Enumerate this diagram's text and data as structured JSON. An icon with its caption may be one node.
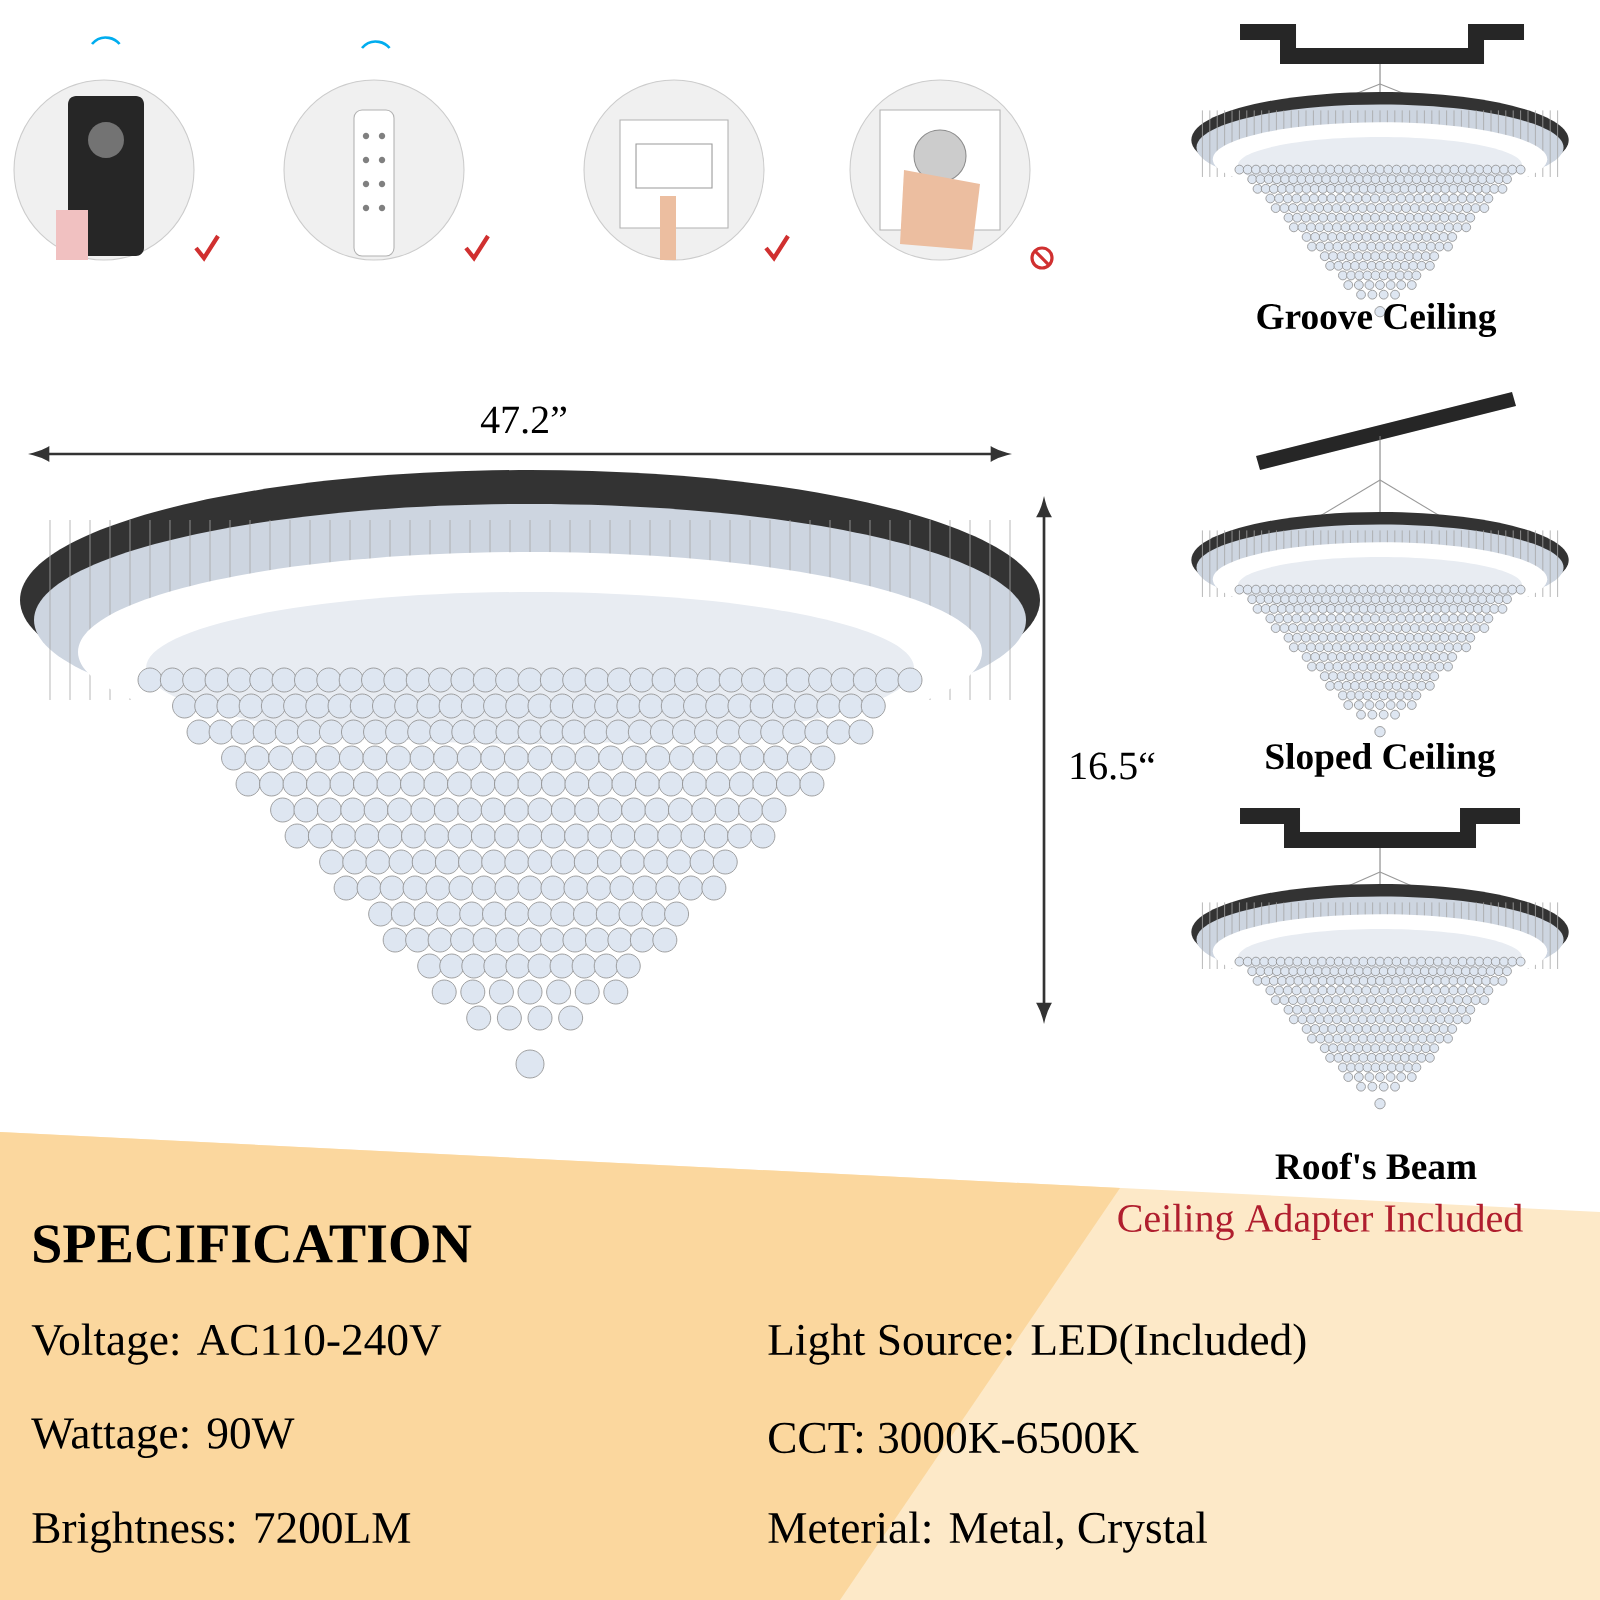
{
  "diagram": {
    "labels": [
      "47.2”",
      "16.5“",
      "Groove Ceiling",
      "Sloped Ceiling",
      "Roof's Beam",
      "Ceiling Adapter Included",
      "SPECIFICATION",
      "Voltage: AC110-240V",
      "Light Source: LED(Included)",
      "Wattage: 90W",
      "CCT: 3000K-6500K",
      "Brightness: 7200LM",
      "Meterial: Metal, Crystal"
    ]
  }
}
